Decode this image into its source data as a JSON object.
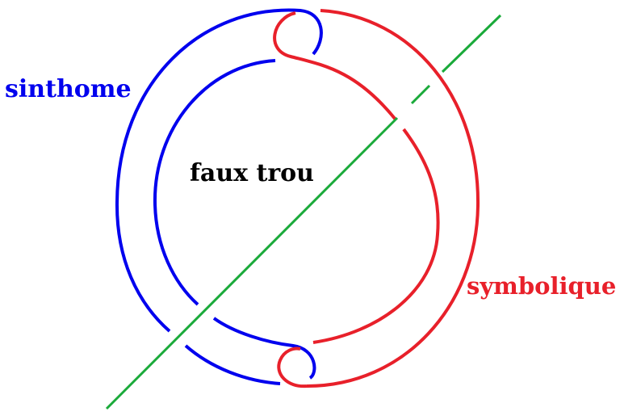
{
  "labels": {
    "sinthome": "sinthome",
    "faux_trou": "faux trou",
    "symbolique": "symbolique"
  },
  "colors": {
    "sinthome": "#0000ee",
    "symbolique": "#e8202a",
    "axis": "#1aaa3a",
    "faux_trou": "#000000",
    "background": "#ffffff"
  }
}
